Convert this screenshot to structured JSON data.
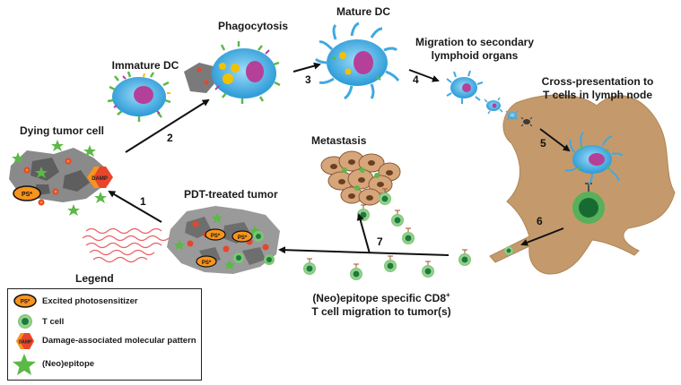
{
  "labels": {
    "immature_dc": "Immature DC",
    "phagocytosis": "Phagocytosis",
    "mature_dc": "Mature DC",
    "migration_line1": "Migration to secondary",
    "migration_line2": "lymphoid organs",
    "cross_line1": "Cross-presentation to",
    "cross_line2": "T cells in lymph node",
    "dying_tumor": "Dying tumor cell",
    "metastasis": "Metastasis",
    "pdt_tumor": "PDT-treated tumor",
    "legend_title": "Legend",
    "cd8_line1": "(Neo)epitope specific CD8",
    "cd8_sup": "+",
    "cd8_line2": "T cell migration to tumor(s)",
    "ps_badge": "PS*",
    "damp_badge": "DAMP"
  },
  "steps": [
    "1",
    "2",
    "3",
    "4",
    "5",
    "6",
    "7"
  ],
  "legend": {
    "items": [
      {
        "label": "Excited photosensitizer",
        "icon": "photosensitizer-icon"
      },
      {
        "label": "T cell",
        "icon": "t-cell-icon"
      },
      {
        "label": "Damage-associated molecular pattern",
        "icon": "damp-icon"
      },
      {
        "label": "(Neo)epitope",
        "icon": "star-icon"
      }
    ]
  },
  "colors": {
    "lymph_node": "#c49a6c",
    "dc_body": "#3fa9e0",
    "dc_nucleus": "#b5409a",
    "tumor_gray": "#8a8a8a",
    "tumor_dark": "#5a5a5a",
    "tcell_outer": "#7cc576",
    "tcell_inner": "#1e7a3c",
    "epitope_green": "#5bb947",
    "ps_orange": "#f7941d",
    "damp_red": "#e8452c",
    "heat_red": "#e8454a"
  }
}
